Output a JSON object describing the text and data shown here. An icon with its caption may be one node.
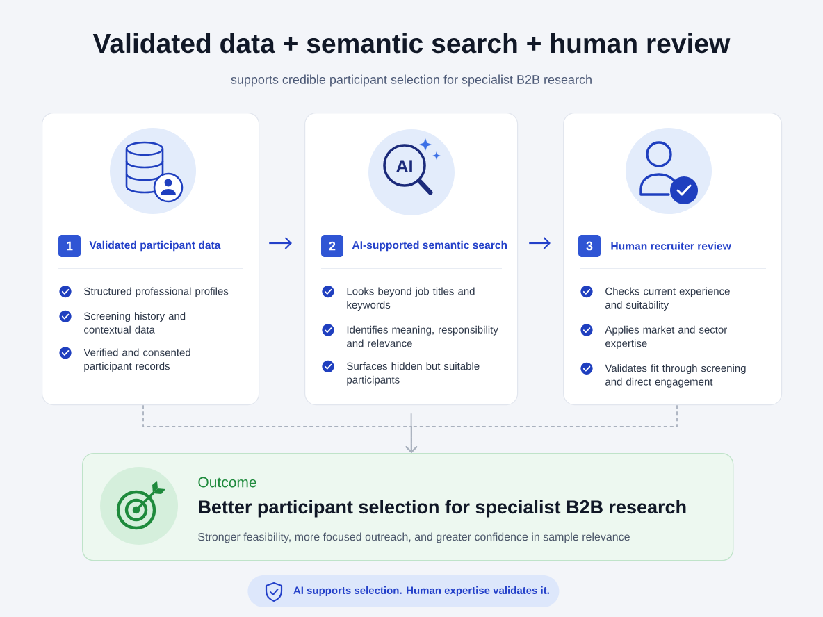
{
  "diagram": {
    "title": "Validated data + semantic search + human review",
    "nodes": [
      {
        "text": [
          "Validated participant data",
          "Structured professional profiles",
          "Screening history and contextual data",
          "Verified and consented participant records"
        ]
      },
      {
        "text": [
          "1"
        ],
        "in": 0
      },
      {
        "text": [
          "AI-supported semantic search",
          "Looks beyond job titles and keywords",
          "Identifies meaning, responsibility and relevance",
          "Surfaces hidden but suitable participants"
        ]
      },
      {
        "text": [
          "2"
        ],
        "in": 2
      },
      {
        "text": [
          "Human recruiter review",
          "Checks current experience and suitability",
          "Applies market and sector expertise",
          "Validates fit through screening and direct engagement"
        ]
      },
      {
        "text": [
          "3"
        ],
        "in": 4
      },
      {
        "text": [
          "Outcome",
          "Better participant selection for specialist B2B research",
          "Stronger feasibility, more focused outreach, and greater confidence in sample relevance"
        ]
      },
      {
        "text": [
          "AI supports selection. Human expertise validates it."
        ]
      }
    ],
    "edges": [
      {
        "from": 0,
        "to": 2,
        "arrow": "to",
        "color": "#2340c9"
      },
      {
        "from": 2,
        "to": 4,
        "arrow": "to",
        "color": "#2340c9"
      },
      {
        "from": 0,
        "to": 6,
        "arrow": "to",
        "style": "dashed"
      },
      {
        "from": 2,
        "to": 6,
        "arrow": "to"
      },
      {
        "from": 4,
        "to": 6,
        "arrow": "to",
        "style": "dashed"
      }
    ],
    "labels": [
      "supports credible participant selection for specialist B2B research",
      "AI"
    ]
  }
}
